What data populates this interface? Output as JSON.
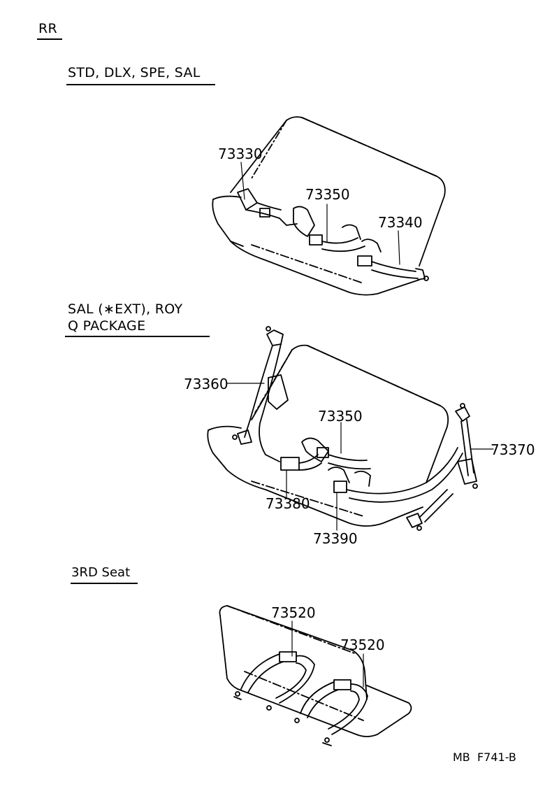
{
  "page": {
    "section_code": "RR",
    "footer_code": "MB  F741-B"
  },
  "sections": [
    {
      "title": "STD, DLX, SPE, SAL",
      "callouts": [
        "73330",
        "73350",
        "73340"
      ]
    },
    {
      "title_line1": "SAL (∗EXT), ROY",
      "title_line2": "Q  PACKAGE",
      "callouts": [
        "73360",
        "73350",
        "73370",
        "73380",
        "73390"
      ]
    },
    {
      "title": "3RD Seat",
      "callouts": [
        "73520",
        "73520"
      ]
    }
  ],
  "colors": {
    "ink": "#000000",
    "paper": "#ffffff"
  }
}
